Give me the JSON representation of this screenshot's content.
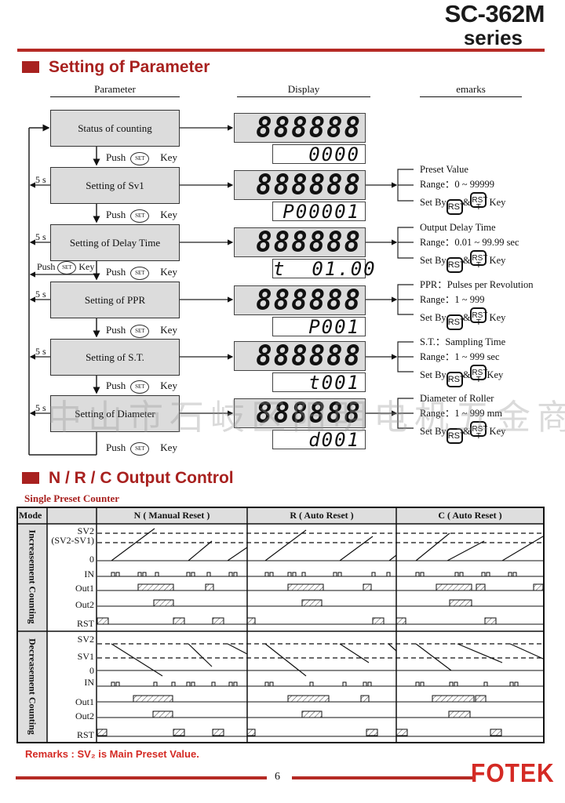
{
  "header": {
    "model": "SC-362M",
    "series": "series"
  },
  "section1": {
    "title": "Setting of Parameter",
    "columns": {
      "parameter": "Parameter",
      "display": "Display",
      "remarks": "emarks"
    },
    "push_word": "Push",
    "key_word": "Key",
    "set_key": "SET",
    "timeout": "5 s",
    "steps": [
      {
        "label": "Status of counting",
        "display_main": "888888",
        "display_sub": "0000"
      },
      {
        "label": "Setting of Sv1",
        "display_main": "888888",
        "display_sub": "P00001",
        "remarks": {
          "title": "Preset Value",
          "range": "Range：0 ~ 99999",
          "set_by": "Set By"
        }
      },
      {
        "label": "Setting of Delay Time",
        "display_main": "888888",
        "display_sub": "t  01.00",
        "remarks": {
          "title": "Output Delay Time",
          "range": "Range：0.01 ~ 99.99 sec",
          "set_by": "Set By"
        }
      },
      {
        "label": "Setting of PPR",
        "display_main": "888888",
        "display_sub": "P001",
        "remarks": {
          "title": "PPR：Pulses per Revolution",
          "range": "Range：1 ~ 999",
          "set_by": "Set By"
        }
      },
      {
        "label": "Setting of S.T.",
        "display_main": "888888",
        "display_sub": "t001",
        "remarks": {
          "title": "S.T.：Sampling Time",
          "range": "Range：1 ~ 999 sec",
          "set_by": "Set By"
        }
      },
      {
        "label": "Setting of Diameter",
        "display_main": "888888",
        "display_sub": "d001",
        "remarks": {
          "title": "Diameter of Roller",
          "range": "Range：1 ~ 999 mm",
          "set_by": "Set By"
        }
      }
    ],
    "keys": {
      "rst": "RST",
      "rst_t_top": "RST",
      "rst_t_bottom": "T",
      "amp": "&",
      "key": "Key"
    }
  },
  "section2": {
    "title": "N / R / C Output Control",
    "subtitle": "Single Preset Counter",
    "table": {
      "mode_header": "Mode",
      "columns": [
        "N ( Manual Reset )",
        "R ( Auto Reset )",
        "C ( Auto Reset )"
      ],
      "rows": [
        {
          "mode": "Increasement Counting",
          "signals": [
            "SV2",
            "(SV2-SV1)",
            "0",
            "IN",
            "Out1",
            "Out2",
            "RST"
          ]
        },
        {
          "mode": "Decreasement Counting",
          "signals": [
            "SV2",
            "SV1",
            "0",
            "IN",
            "Out1",
            "Out2",
            "RST"
          ]
        }
      ]
    },
    "remark": "Remarks : SV₂ is Main Preset Value."
  },
  "footer": {
    "page": "6",
    "brand": "FOTEK"
  },
  "watermark": "中山市石岐区阳明电机五金商店"
}
